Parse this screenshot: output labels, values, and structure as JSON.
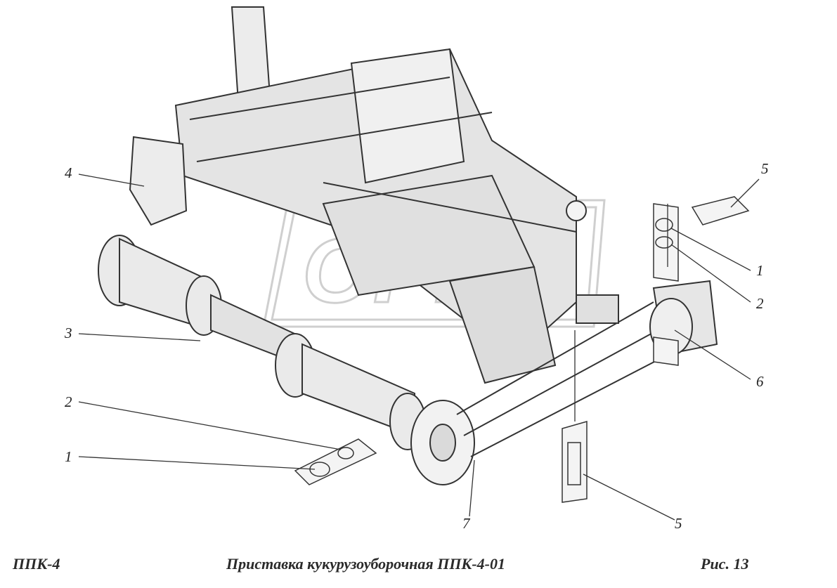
{
  "callouts": {
    "c1_right": "1",
    "c2_right": "2",
    "c3_left": "3",
    "c4_left": "4",
    "c5_top": "5",
    "c5_bottom": "5",
    "c6_right": "6",
    "c7_bottom": "7",
    "c2_left": "2",
    "c1_left": "1"
  },
  "footer": {
    "left": "ППК-4",
    "center": "Приставка кукурузоуборочная ППК-4-01",
    "right": "Рис.   13"
  },
  "watermark": {
    "text": "OPEX"
  },
  "colors": {
    "line": "#333333",
    "fill": "#e8e8e8",
    "watermark": "#cfcfcf"
  }
}
